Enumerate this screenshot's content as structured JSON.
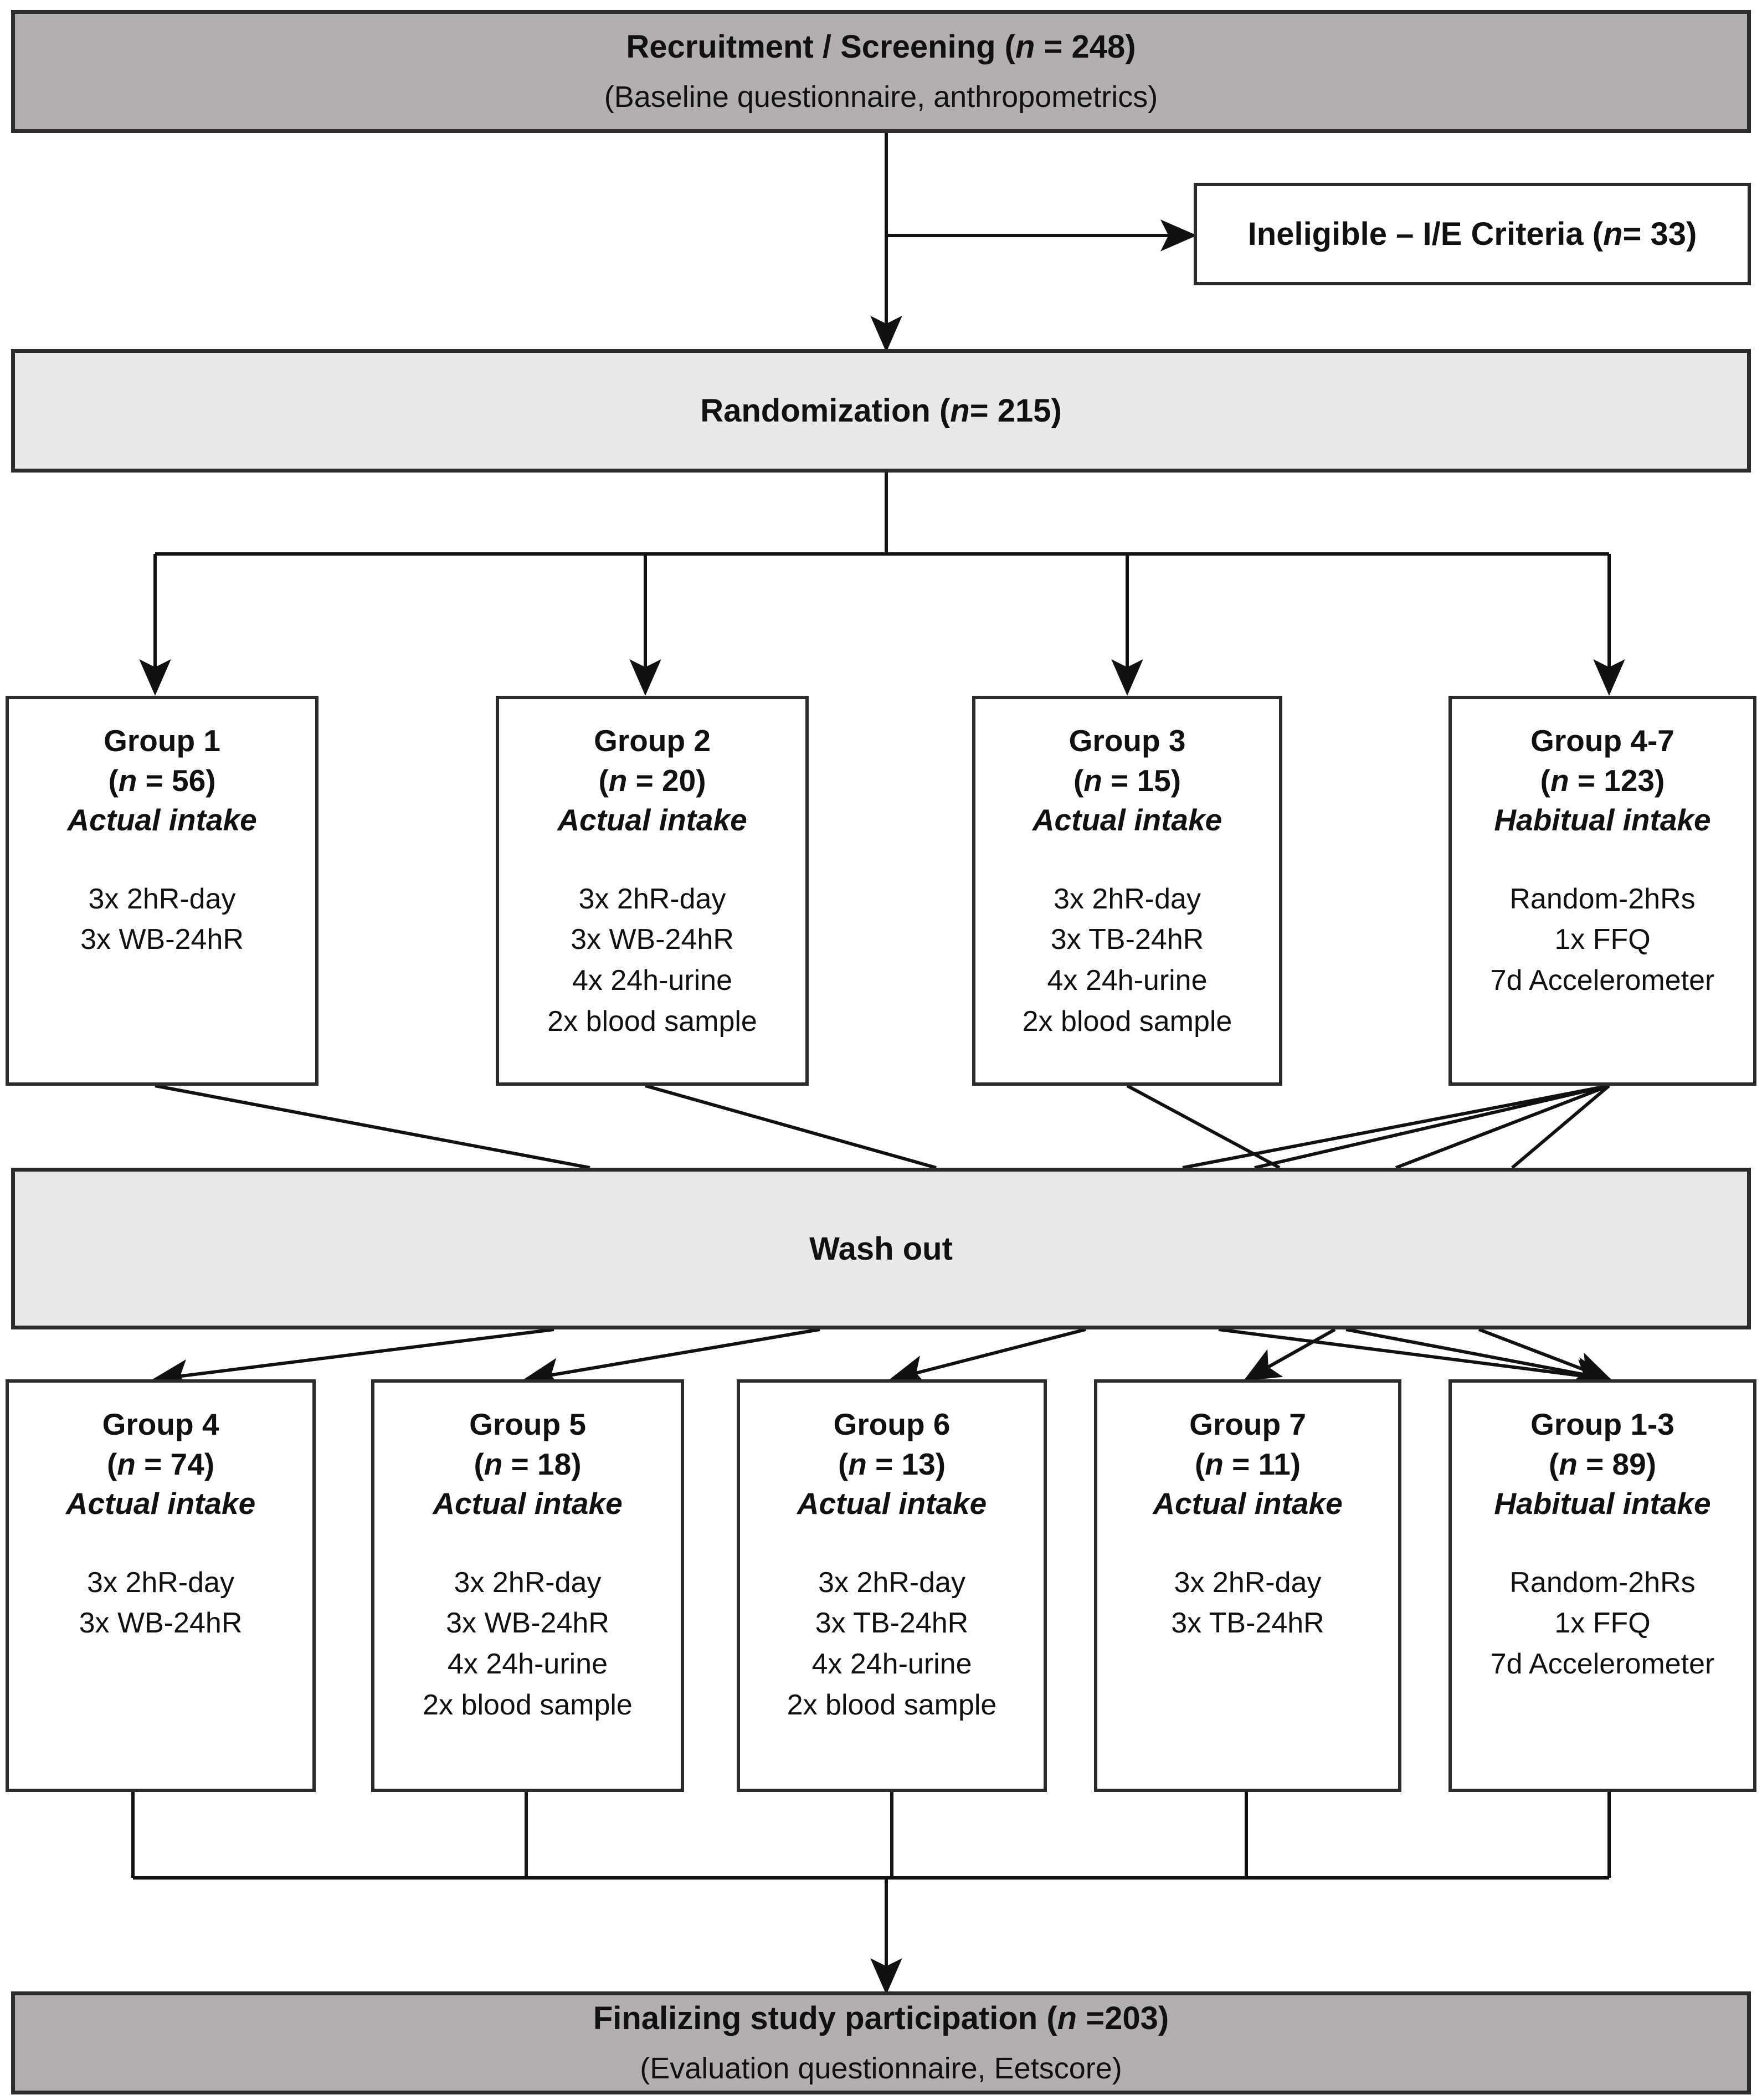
{
  "diagram": {
    "title_node": {
      "line1": "Recruitment / Screening (n = 248)",
      "line2": "(Baseline questionnaire, anthropometrics)"
    },
    "ineligible_node": {
      "label": "Ineligible – I/E Criteria (n = 33)"
    },
    "randomization_node": {
      "label": "Randomization (n = 215)"
    },
    "washout_node": {
      "label": "Wash out"
    },
    "final_node": {
      "line1": "Finalizing study participation (n =203)",
      "line2": "(Evaluation questionnaire, Eetscore)"
    },
    "period1_groups": [
      {
        "title": "Group 1",
        "n": "(n = 56)",
        "intake_type": "Actual intake",
        "measures": [
          "3x 2hR-day",
          "3x WB-24hR"
        ]
      },
      {
        "title": "Group 2",
        "n": "(n = 20)",
        "intake_type": "Actual intake",
        "measures": [
          "3x 2hR-day",
          "3x WB-24hR",
          "4x 24h-urine",
          "2x blood sample"
        ]
      },
      {
        "title": "Group 3",
        "n": "(n = 15)",
        "intake_type": "Actual intake",
        "measures": [
          "3x 2hR-day",
          "3x TB-24hR",
          "4x 24h-urine",
          "2x blood sample"
        ]
      },
      {
        "title": "Group 4-7",
        "n": "(n = 123)",
        "intake_type": "Habitual intake",
        "measures": [
          "Random-2hRs",
          "1x FFQ",
          "7d Accelerometer"
        ]
      }
    ],
    "period2_groups": [
      {
        "title": "Group 4",
        "n": "(n = 74)",
        "intake_type": "Actual intake",
        "measures": [
          "3x 2hR-day",
          "3x WB-24hR"
        ]
      },
      {
        "title": "Group 5",
        "n": "(n = 18)",
        "intake_type": "Actual intake",
        "measures": [
          "3x 2hR-day",
          "3x WB-24hR",
          "4x 24h-urine",
          "2x blood sample"
        ]
      },
      {
        "title": "Group 6",
        "n": "(n = 13)",
        "intake_type": "Actual intake",
        "measures": [
          "3x 2hR-day",
          "3x TB-24hR",
          "4x 24h-urine",
          "2x blood sample"
        ]
      },
      {
        "title": "Group 7",
        "n": "(n = 11)",
        "intake_type": "Actual intake",
        "measures": [
          "3x 2hR-day",
          "3x TB-24hR"
        ]
      },
      {
        "title": "Group 1-3",
        "n": "(n = 89)",
        "intake_type": "Habitual intake",
        "measures": [
          "Random-2hRs",
          "1x FFQ",
          "7d Accelerometer"
        ]
      }
    ],
    "colors": {
      "dark_banner": "#b3afaf",
      "light_banner": "#e8e8e8",
      "border": "#2b2b2b",
      "text": "#111111",
      "background": "#ffffff"
    }
  }
}
